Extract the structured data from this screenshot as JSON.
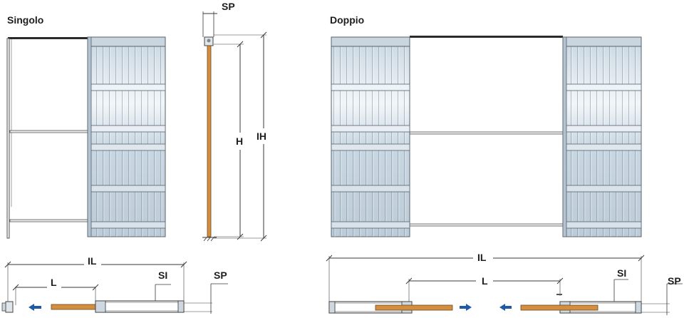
{
  "titles": {
    "single": "Singolo",
    "double": "Doppio"
  },
  "dimensions": {
    "sp": "SP",
    "h": "H",
    "ih": "IH",
    "il": "IL",
    "l": "L",
    "si": "SI"
  },
  "colors": {
    "frame_face": "#c6d4df",
    "frame_light": "#eef3f7",
    "frame_stroke": "#57626b",
    "slats": "#9eaebb",
    "door_wood": "#d38e3f",
    "arrow": "#1f5aa6",
    "line": "#3a3a3a"
  },
  "icons": {
    "direction": "arrow-icon"
  }
}
